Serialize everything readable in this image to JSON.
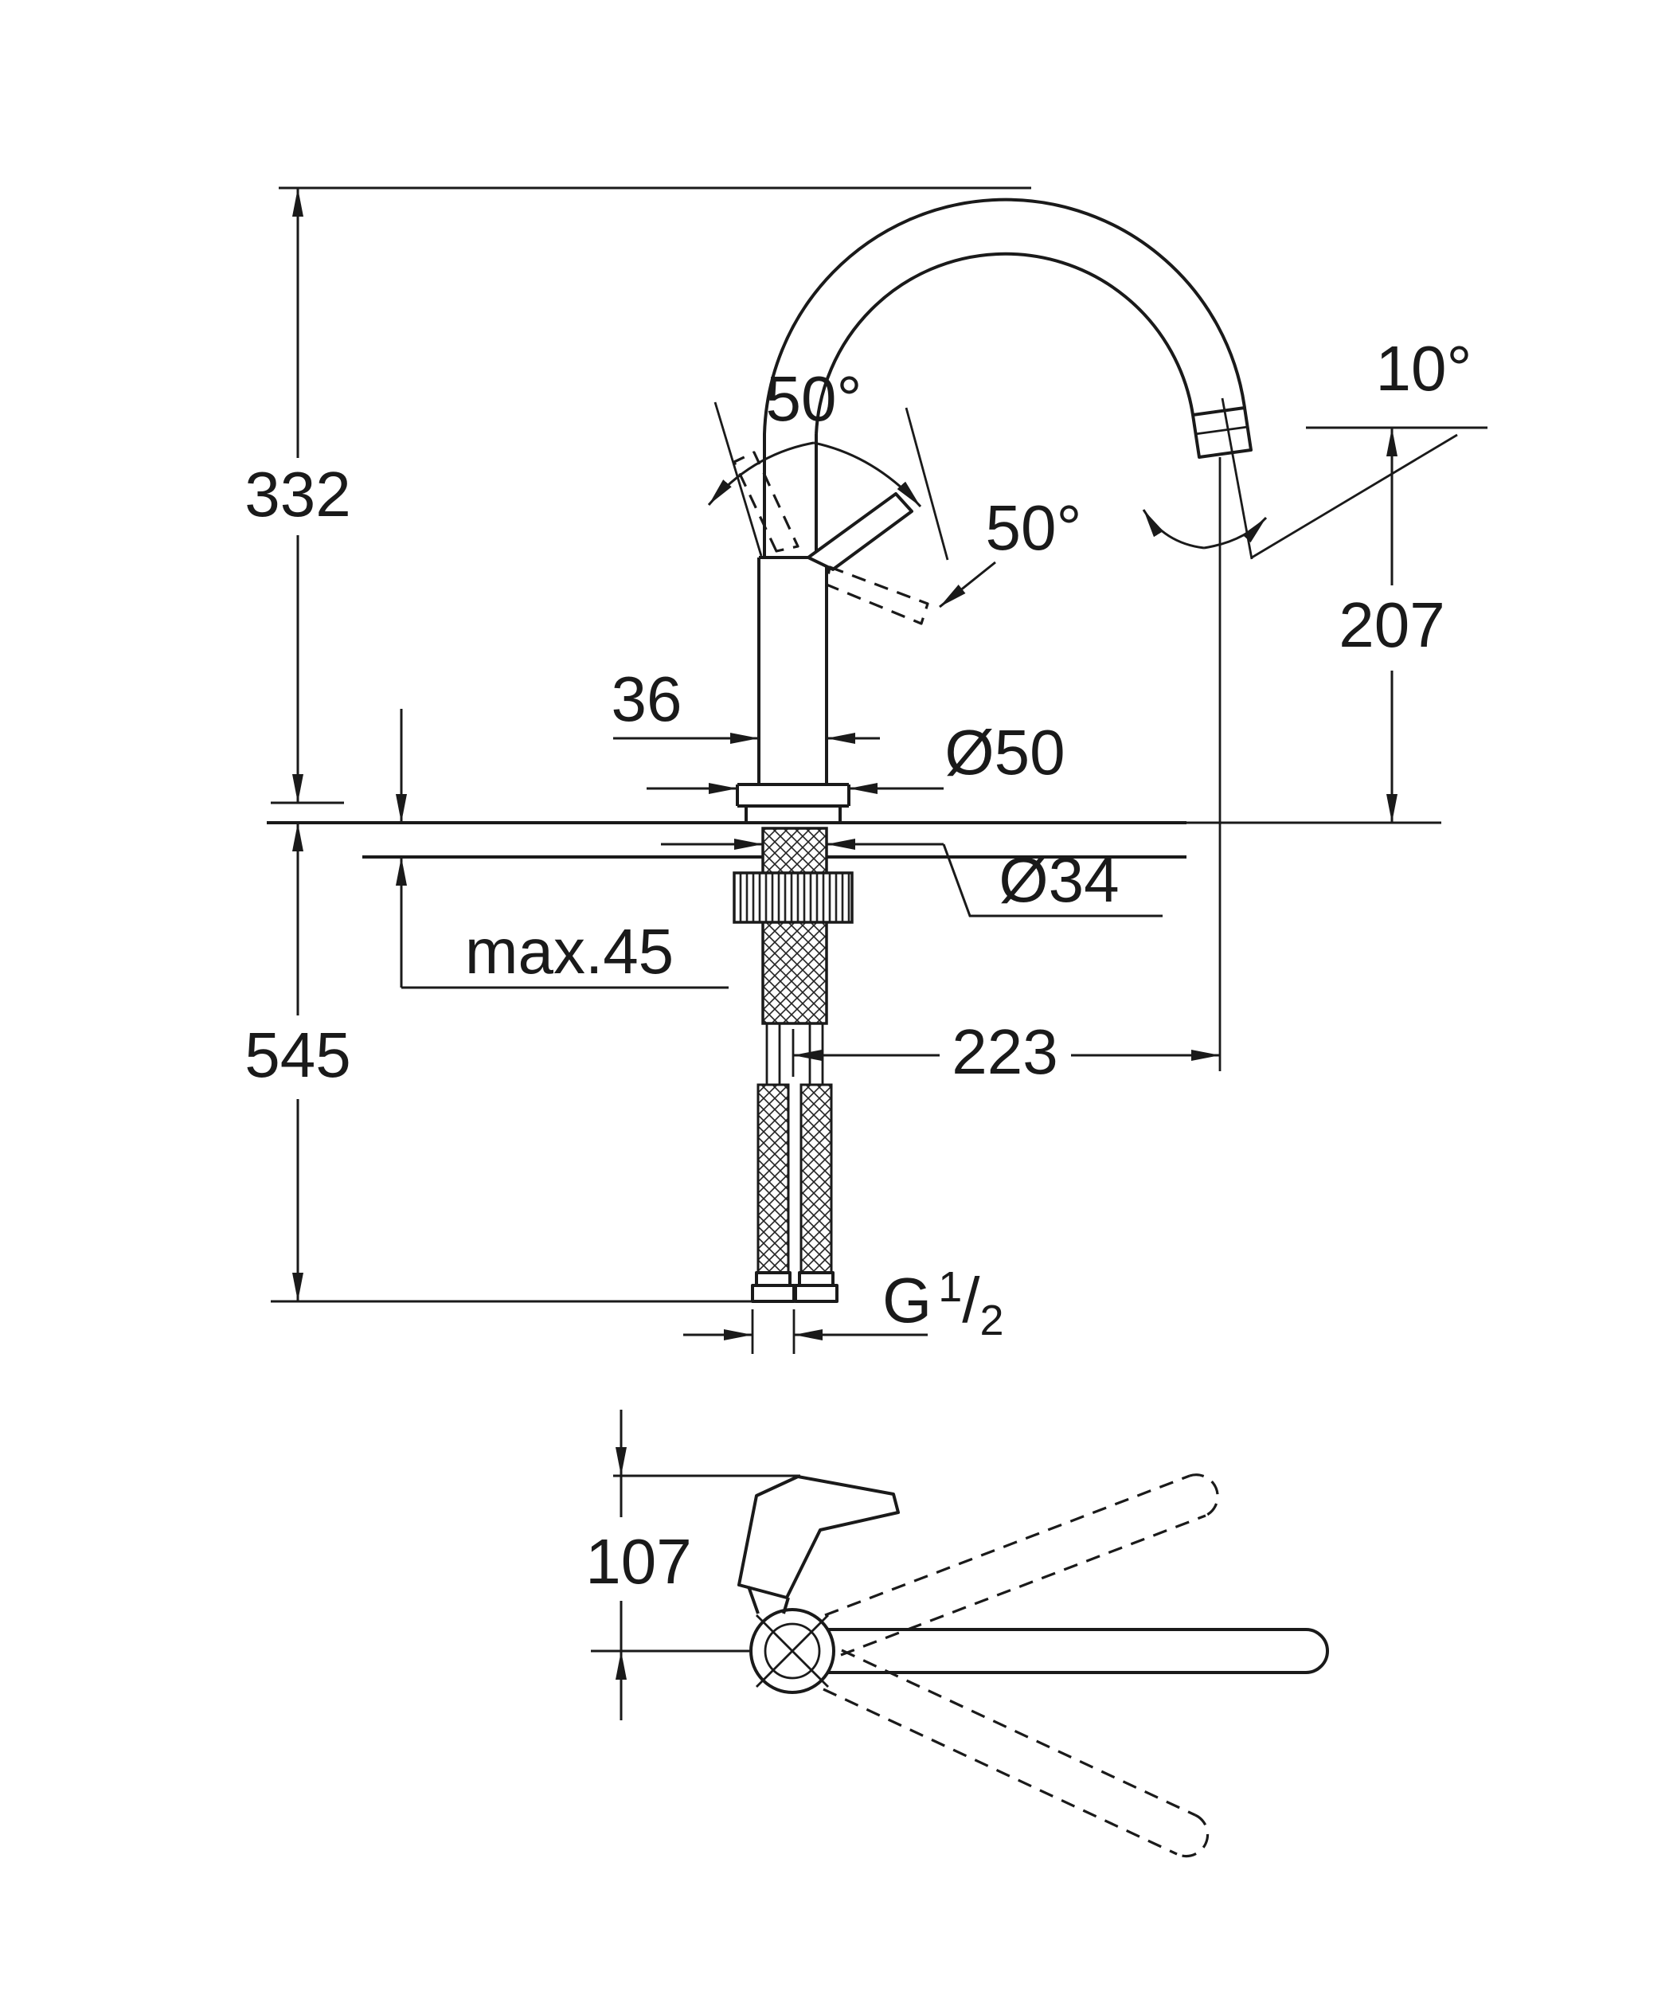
{
  "drawing": {
    "kind": "technical-dimension-drawing",
    "colors": {
      "ink": "#1a1a1a",
      "background": "#ffffff"
    },
    "dims": {
      "spout_height": "332",
      "below_deck_length": "545",
      "body_width": "36",
      "base_diameter": "Ø50",
      "hole_diameter": "Ø34",
      "deck_thickness": "max.45",
      "projection": "223",
      "outlet_height": "207",
      "outlet_angle": "10°",
      "handle_angle_top": "50°",
      "handle_angle_side": "50°",
      "thread_g": "G",
      "thread_num": "1",
      "thread_slash": "/",
      "thread_den": "2",
      "front_offset": "107"
    }
  }
}
